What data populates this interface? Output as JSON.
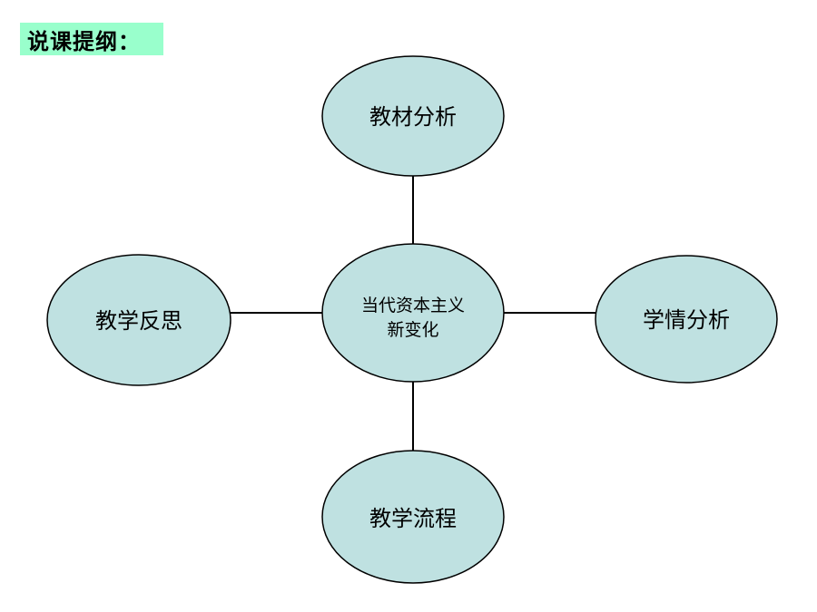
{
  "title": "说课提纲：",
  "colors": {
    "title_bg": "#99ffcc",
    "node_fill": "#bfe1e1",
    "node_stroke": "#000000",
    "connector": "#000000"
  },
  "center": {
    "line1": "当代资本主义",
    "line2": "新变化"
  },
  "nodes": {
    "top": "教材分析",
    "right": "学情分析",
    "bottom": "教学流程",
    "left": "教学反思"
  }
}
